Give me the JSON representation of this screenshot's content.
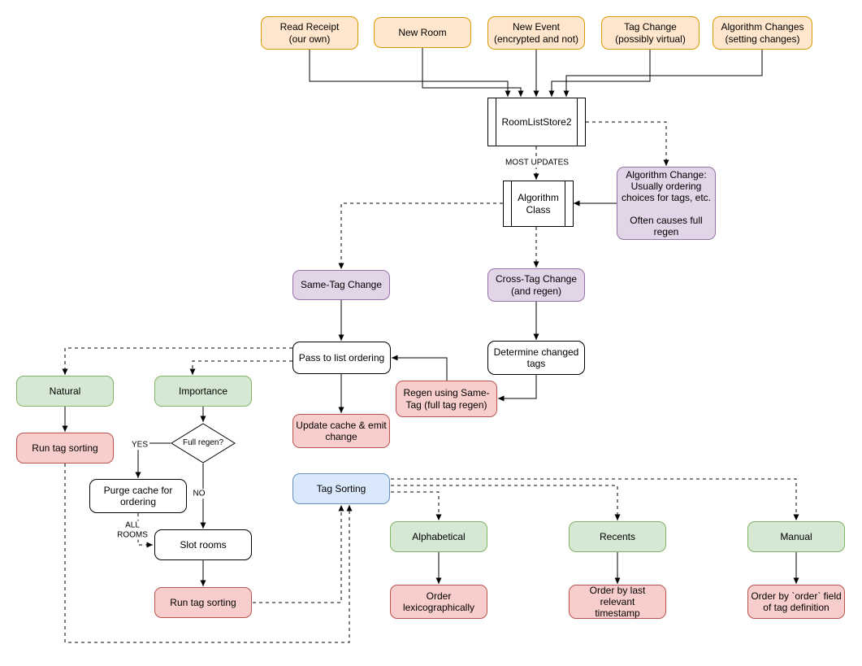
{
  "nodes": {
    "read_receipt": "Read Receipt\n(our own)",
    "new_room": "New Room",
    "new_event": "New Event\n(encrypted and not)",
    "tag_change": "Tag Change\n(possibly virtual)",
    "algorithm_changes": "Algorithm Changes\n(setting changes)",
    "room_list_store2": "RoomListStore2",
    "algorithm_change_note": "Algorithm Change:\nUsually ordering\nchoices for tags, etc.\n\nOften causes full\nregen",
    "algorithm_class": "Algorithm\nClass",
    "same_tag_change": "Same-Tag Change",
    "cross_tag_change": "Cross-Tag Change\n(and regen)",
    "pass_to_list_ordering": "Pass to list ordering",
    "determine_changed_tags": "Determine changed\ntags",
    "regen_same_tag": "Regen using Same-\nTag (full tag regen)",
    "update_cache": "Update cache & emit\nchange",
    "natural": "Natural",
    "importance": "Importance",
    "run_tag_sorting_left": "Run tag sorting",
    "full_regen": "Full regen?",
    "purge_cache": "Purge cache for\nordering",
    "slot_rooms": "Slot rooms",
    "run_tag_sorting_bottom": "Run tag sorting",
    "tag_sorting": "Tag Sorting",
    "alphabetical": "Alphabetical",
    "recents": "Recents",
    "manual": "Manual",
    "order_lexicographically": "Order\nlexicographically",
    "order_by_timestamp": "Order by last relevant\ntimestamp",
    "order_by_field": "Order by `order` field\nof tag definition"
  },
  "edge_labels": {
    "most_updates": "MOST UPDATES",
    "yes": "YES",
    "no": "NO",
    "all_rooms": "ALL\nROOMS"
  },
  "colors": {
    "orange_fill": "#ffe6cc",
    "orange_stroke": "#d79b00",
    "purple_fill": "#e1d5e7",
    "purple_stroke": "#9673a6",
    "green_fill": "#d5e8d4",
    "green_stroke": "#82b366",
    "red_fill": "#f8cecc",
    "red_stroke": "#b85450",
    "blue_fill": "#dae8fc",
    "blue_stroke": "#6c8ebf",
    "line": "#000000",
    "background": "#ffffff"
  }
}
